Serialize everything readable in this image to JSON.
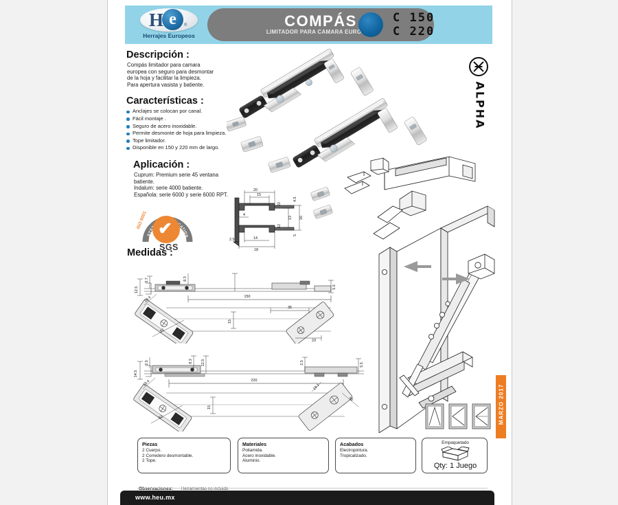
{
  "header": {
    "logo_initials": "H",
    "logo_initials_e": "e",
    "logo_registered": "®",
    "logo_tagline": "Herrajes Europeos",
    "title": "COMPÁS",
    "subtitle": "LIMITADOR PARA CAMARA EUROPEA.",
    "codes": [
      "C 150",
      "C 220"
    ],
    "dot_color": "#1166a0",
    "band_color": "#92d3e8",
    "plaque_color": "#7d7d7d"
  },
  "descripcion": {
    "heading": "Descripción :",
    "lines": [
      "Compás limitador para camara",
      "europea con seguro para desmontar",
      "de la hoja y facilitar la limpieza.",
      "Para apertura vasista y batiente."
    ]
  },
  "caracteristicas": {
    "heading": "Características :",
    "items": [
      "Anclajes se colocan por canal.",
      "Fácil montaje .",
      "Seguro de acero inoxidable.",
      "Permite desmonte de hoja para limpieza.",
      "Tope limitador.",
      "Disponible en 150 y 220 mm de largo."
    ],
    "bullet_color": "#1f7fc0"
  },
  "aplicacion": {
    "heading": "Aplicación :",
    "lines": [
      "Cuprum: Premium serie 45 ventana batiente.",
      "Indalum: serie 4000 batiente.",
      "Española: serie 6000 y serie 6000 RPT."
    ]
  },
  "certification": {
    "arc_text": "SYSTEM CERTIFICATION",
    "iso_text": "ISO 9001",
    "brand": "SGS",
    "check": "✔",
    "accent": "#ed8733"
  },
  "brand_side": {
    "name": "ALPHA",
    "mark": "alpha-circle-mark"
  },
  "date_tab": {
    "label": "MARZO 2017",
    "color": "#ee7d22"
  },
  "medidas": {
    "heading": "Medidas :",
    "upper": {
      "length": "150",
      "vertical": [
        "12.5",
        "3.7",
        "8.3",
        "5.5"
      ],
      "plan": [
        "18.4",
        "52",
        "35",
        "15",
        "23"
      ]
    },
    "lower": {
      "length": "220",
      "vertical": [
        "14.5",
        "2.5",
        "8.3",
        "12.5",
        "2.5",
        "5.5"
      ],
      "plan": [
        "18.4",
        "52",
        "15",
        "19.1",
        "55"
      ]
    }
  },
  "profile_section": {
    "dims_top": [
      "20",
      "15"
    ],
    "dims_bottom": [
      "14",
      "18"
    ],
    "dims_left": [
      "4",
      "2.5"
    ],
    "dims_right": [
      "4.5",
      "22",
      "13",
      "16",
      "12",
      "4",
      "5"
    ]
  },
  "spec_boxes": [
    {
      "title": "Piezas",
      "lines": [
        "2 Cuerpo.",
        "2 Corredero desmontable.",
        "2 Tope."
      ]
    },
    {
      "title": "Materiales",
      "lines": [
        "Poliamida.",
        "Acero inoxidable.",
        "Aluminio."
      ]
    },
    {
      "title": "Acabados",
      "lines": [
        "Electropintura.",
        "Tropicalizado."
      ]
    }
  ],
  "packaging": {
    "title": "Empaquetado",
    "qty": "Qty: 1 Juego",
    "icon": "open-box-icon"
  },
  "observaciones": {
    "key": "Observaciones:",
    "value": "Herramientas no incluido"
  },
  "footer": {
    "url": "www.heu.mx"
  },
  "window_types": [
    "window-type-awning",
    "window-type-casement-left",
    "window-type-casement-right"
  ]
}
